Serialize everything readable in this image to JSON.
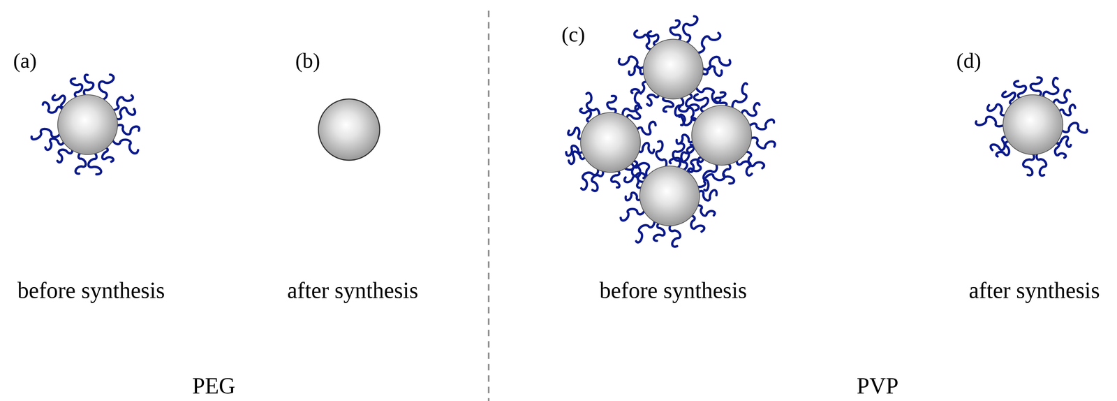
{
  "diagram": {
    "labels": [
      "(a)",
      "(b)",
      "(c)",
      "(d)",
      "before synthesis",
      "after synthesis",
      "before synthesis",
      "after synthesis",
      "PEG",
      "PVP"
    ]
  }
}
